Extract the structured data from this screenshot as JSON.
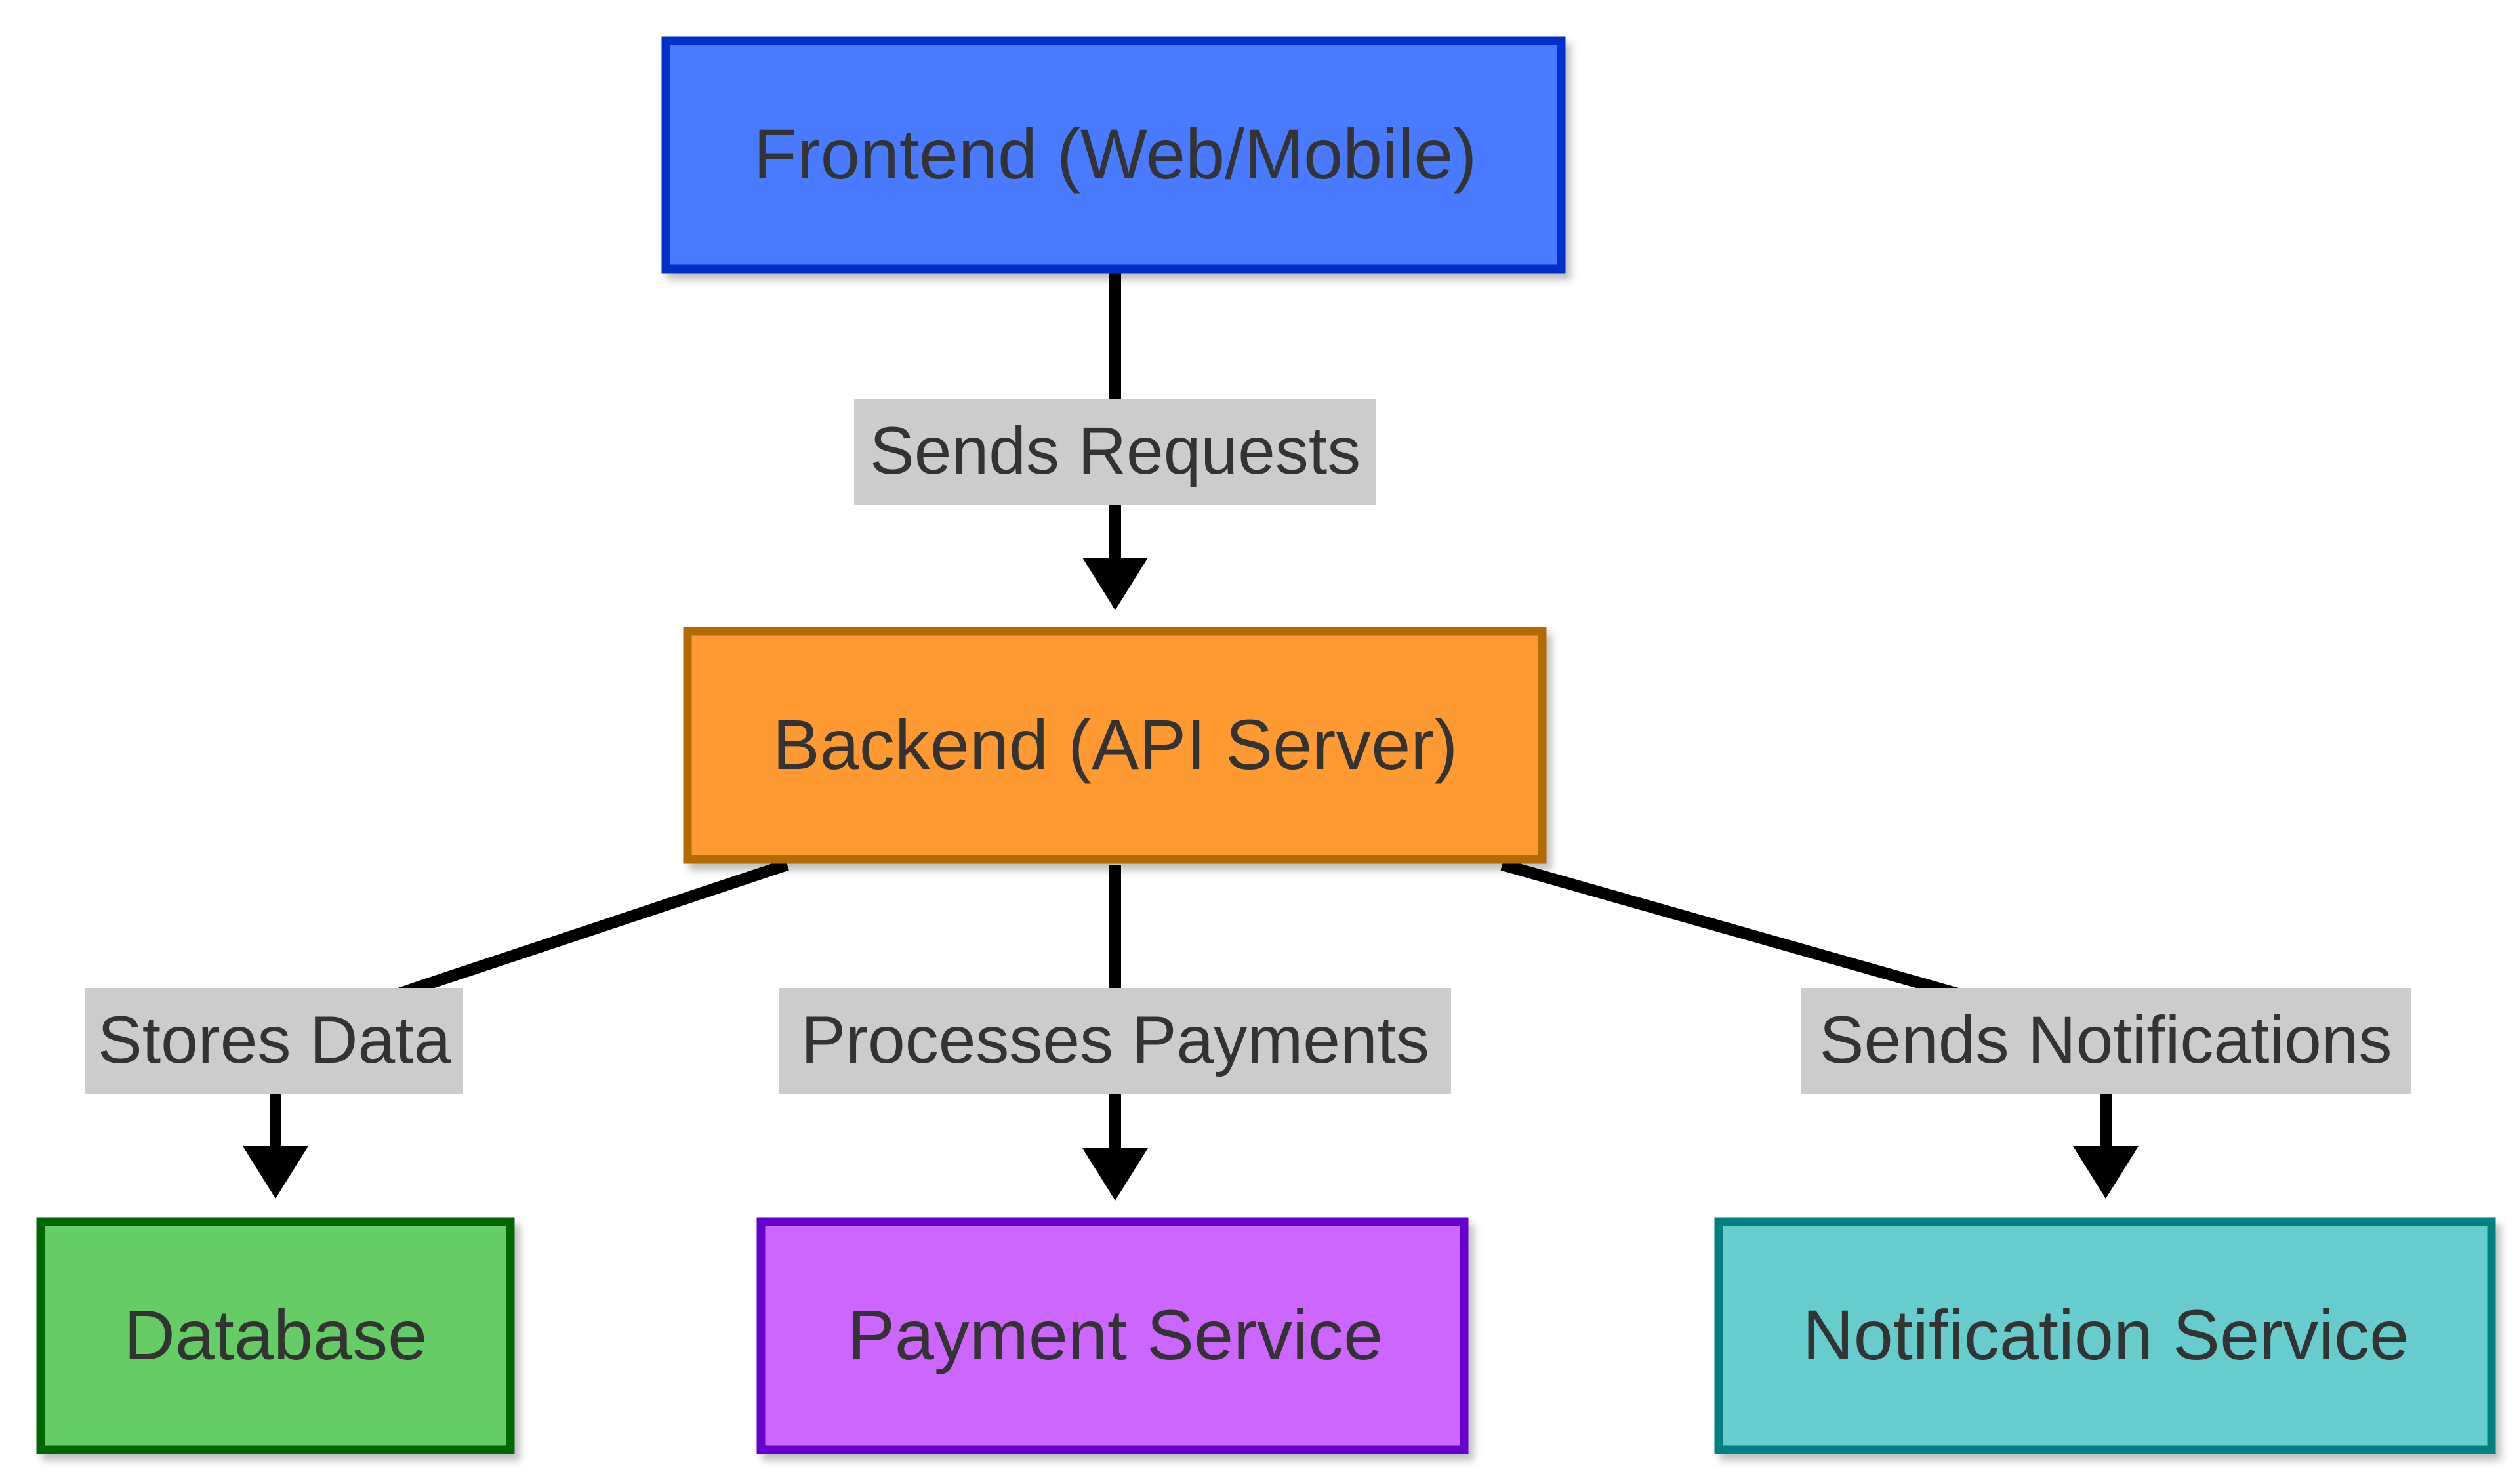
{
  "diagram": {
    "nodes": {
      "frontend": {
        "label": "Frontend (Web/Mobile)",
        "fill": "#4a7aff",
        "stroke": "#0030cc"
      },
      "backend": {
        "label": "Backend (API Server)",
        "fill": "#ff9933",
        "stroke": "#b36b00"
      },
      "database": {
        "label": "Database",
        "fill": "#66cc66",
        "stroke": "#006600"
      },
      "payment": {
        "label": "Payment Service",
        "fill": "#cc66ff",
        "stroke": "#6600cc"
      },
      "notification": {
        "label": "Notification Service",
        "fill": "#66cccc",
        "stroke": "#008080"
      }
    },
    "edges": {
      "frontend_backend": {
        "label": "Sends Requests"
      },
      "backend_database": {
        "label": "Stores Data"
      },
      "backend_payment": {
        "label": "Processes Payments"
      },
      "backend_notification": {
        "label": "Sends Notifications"
      }
    }
  }
}
